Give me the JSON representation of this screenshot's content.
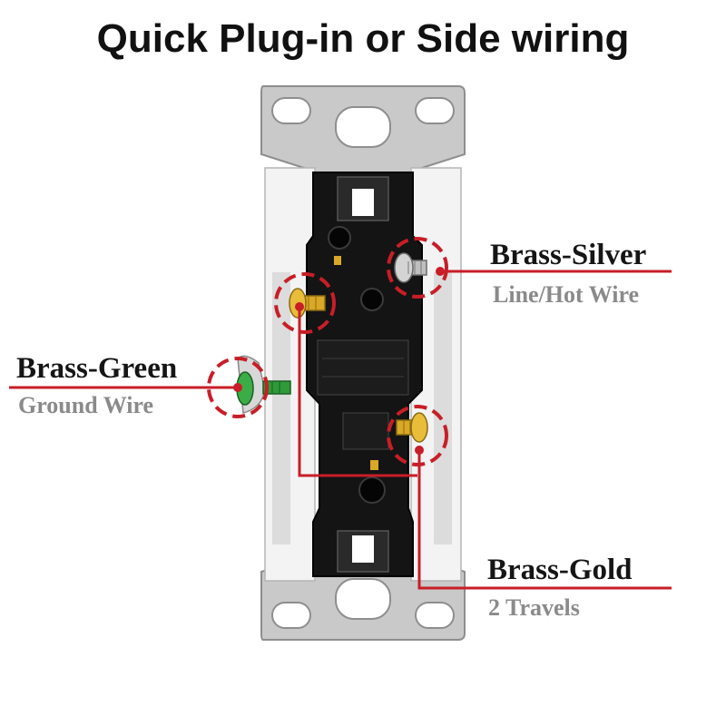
{
  "title": "Quick Plug-in or Side wiring",
  "colors": {
    "callout_red": "#c81e28",
    "sub_label_gray": "#8a8a8a",
    "strap_metal": "#c9c9c9",
    "switch_body": "#141414",
    "brass": "#d9a826",
    "silver": "#bfbfbf",
    "green": "#2e9a3a"
  },
  "callouts": [
    {
      "id": "brass-silver",
      "label": "Brass-Silver",
      "sublabel": "Line/Hot Wire"
    },
    {
      "id": "brass-green",
      "label": "Brass-Green",
      "sublabel": "Ground Wire"
    },
    {
      "id": "brass-gold",
      "label": "Brass-Gold",
      "sublabel": "2 Travels"
    }
  ]
}
